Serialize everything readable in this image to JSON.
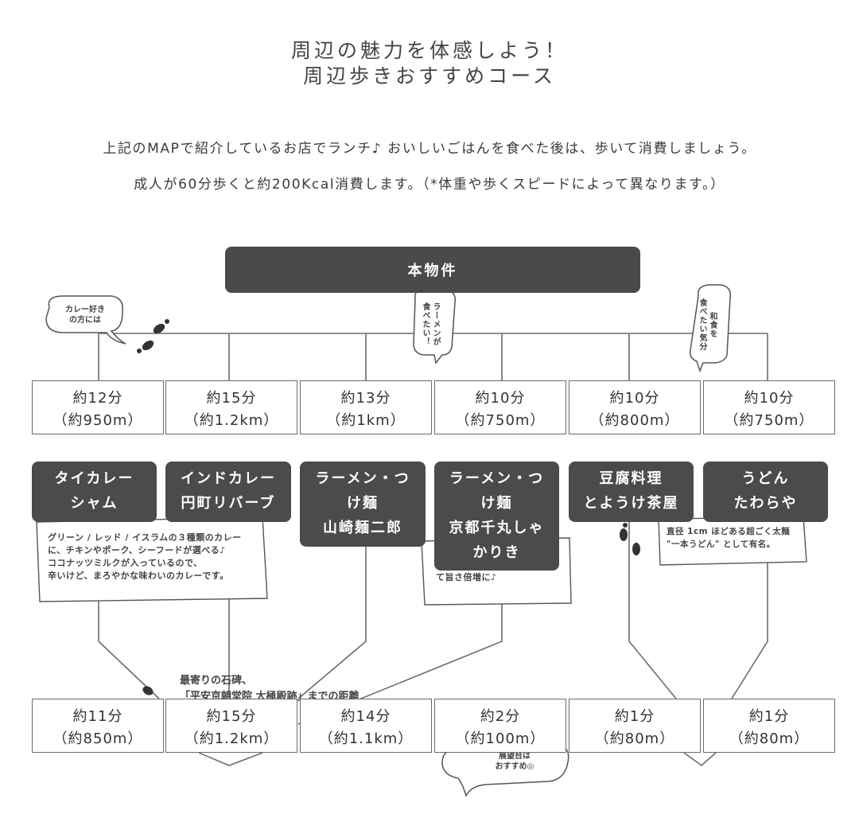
{
  "header": {
    "title_line1": "周辺の魅力を体感しよう！",
    "title_line2": "周辺歩きおすすめコース"
  },
  "intro": {
    "line1": "上記のMAPで紹介しているお店でランチ♪ おいしいごはんを食べた後は、歩いて消費しましょう。",
    "line2": "成人が60分歩くと約200Kcal消費します。（*体重や歩くスピードによって異なります。）"
  },
  "start": {
    "label": "本物件"
  },
  "bubbles": {
    "curry": [
      "カレー好き",
      "の方には"
    ],
    "ramen": [
      "ラーメンが",
      "食べたい！"
    ],
    "washoku": [
      "和食を",
      "食べたい気分"
    ],
    "osusume": [
      "展望台は",
      "おすすめ◎"
    ]
  },
  "routes": [
    {
      "to_shop": {
        "time": "約12分",
        "dist": "（約950m）"
      },
      "shop": [
        "タイカレー",
        "シャム"
      ],
      "desc": [
        "グリーン / レッド / イスラムの３種類のカレー",
        "に、チキンやポーク、シーフードが選べる♪",
        "ココナッツミルクが入っているので、",
        "辛いけど、まろやかな味わいのカレーです。"
      ],
      "to_next": {
        "time": "約11分",
        "dist": "（約850m）"
      }
    },
    {
      "to_shop": {
        "time": "約15分",
        "dist": "（約1.2km）"
      },
      "shop": [
        "インドカレー",
        "円町リバーブ"
      ],
      "desc": [],
      "to_next": {
        "time": "約15分",
        "dist": "（約1.2km）"
      }
    },
    {
      "to_shop": {
        "time": "約13分",
        "dist": "（約1km）"
      },
      "shop": [
        "ラーメン・つ",
        "け麺",
        "山崎麺二郎"
      ],
      "desc": [],
      "to_next": {
        "time": "約14分",
        "dist": "（約1.1km）"
      }
    },
    {
      "to_shop": {
        "time": "約10分",
        "dist": "（約750m）"
      },
      "shop": [
        "ラーメン・つ",
        "け麺",
        "京都千丸しゃ",
        "かりき"
      ],
      "desc": [
        "て旨さ倍増に♪"
      ],
      "to_next": {
        "time": "約2分",
        "dist": "（約100m）"
      }
    },
    {
      "to_shop": {
        "time": "約10分",
        "dist": "（約800m）"
      },
      "shop": [
        "豆腐料理",
        "とようけ茶屋"
      ],
      "desc": [],
      "to_next": {
        "time": "約1分",
        "dist": "（約80m）"
      }
    },
    {
      "to_shop": {
        "time": "約10分",
        "dist": "（約750m）"
      },
      "shop": [
        "うどん",
        "たわらや"
      ],
      "desc": [
        "直径 1cm ほどある超ごく太麺",
        "\"一本うどん\" として有名。"
      ],
      "to_next": {
        "time": "約1分",
        "dist": "（約80m）"
      }
    }
  ],
  "landmark_note": [
    "最寄りの石碑、",
    "「平安京朝堂院 大極殿跡」までの距離"
  ],
  "colors": {
    "dark_box": "#4b4b4b",
    "line": "#6b6b6b",
    "background": "#ffffff"
  }
}
